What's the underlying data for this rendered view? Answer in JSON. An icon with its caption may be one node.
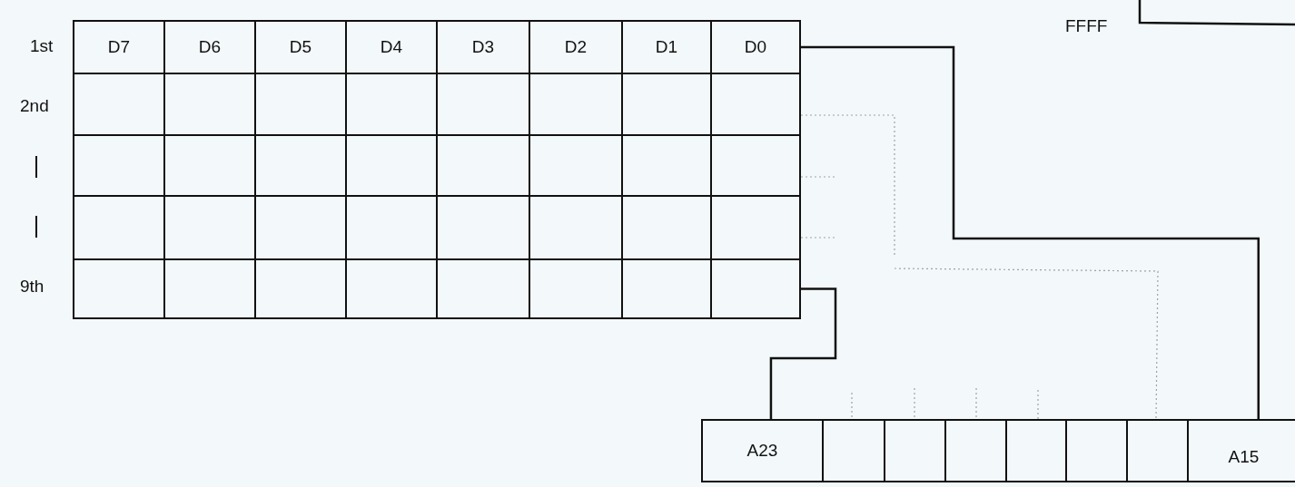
{
  "diagram": {
    "nodes": [
      {
        "text": [
          "D0"
        ]
      },
      {
        "text": [],
        "shape": "box"
      },
      {
        "text": [
          "A23"
        ]
      },
      {
        "text": [
          "A15"
        ]
      }
    ],
    "edges": [
      {
        "from": 0,
        "to": 3,
        "arrow": "none"
      },
      {
        "from": 1,
        "to": 2,
        "arrow": "none"
      }
    ],
    "labels": [
      "FFFF",
      "1st",
      "D7",
      "D6",
      "D5",
      "D4",
      "D3",
      "D2",
      "D1",
      "2nd",
      "9th"
    ]
  }
}
